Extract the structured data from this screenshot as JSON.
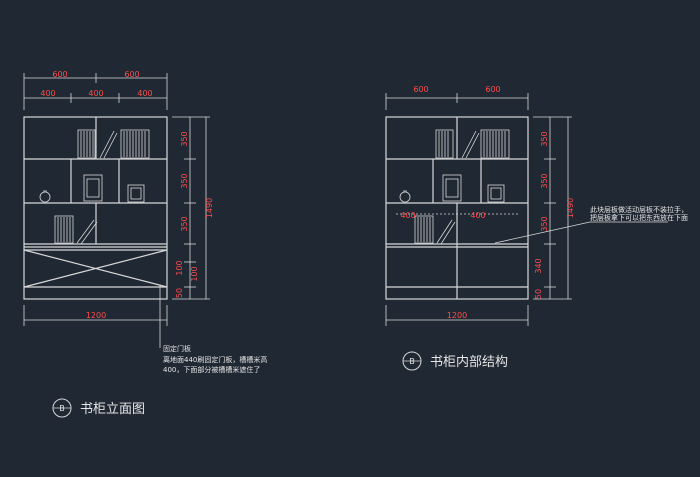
{
  "colors": {
    "background": "#202833",
    "line": "#d8d8d8",
    "dimension_text": "#ff4d4d",
    "dimension_line": "#d8d8d8"
  },
  "elevation": {
    "top_dims": [
      "600",
      "600"
    ],
    "second_dims": [
      "400",
      "400",
      "400"
    ],
    "right_dims": [
      "350",
      "350",
      "350",
      "100",
      "100",
      "50"
    ],
    "right_total": "1490",
    "bottom_total": "1200",
    "note_title": "固定门板",
    "note_line1": "离地面440刷固定门板，槽槽米高",
    "note_line2": "400，下面部分被槽槽米遮住了",
    "caption_marker": "B",
    "caption": "书柜立面图"
  },
  "interior": {
    "top_dims": [
      "600",
      "600"
    ],
    "right_dims": [
      "350",
      "350",
      "350",
      "340",
      "50"
    ],
    "right_total": "1490",
    "inner_dims": [
      "400",
      "400"
    ],
    "bottom_total": "1200",
    "note_line1": "此块层板做活动层板不装拉手，",
    "note_line2": "把层板拿下可以把东西放在下面",
    "caption_marker": "B",
    "caption": "书柜内部结构"
  }
}
